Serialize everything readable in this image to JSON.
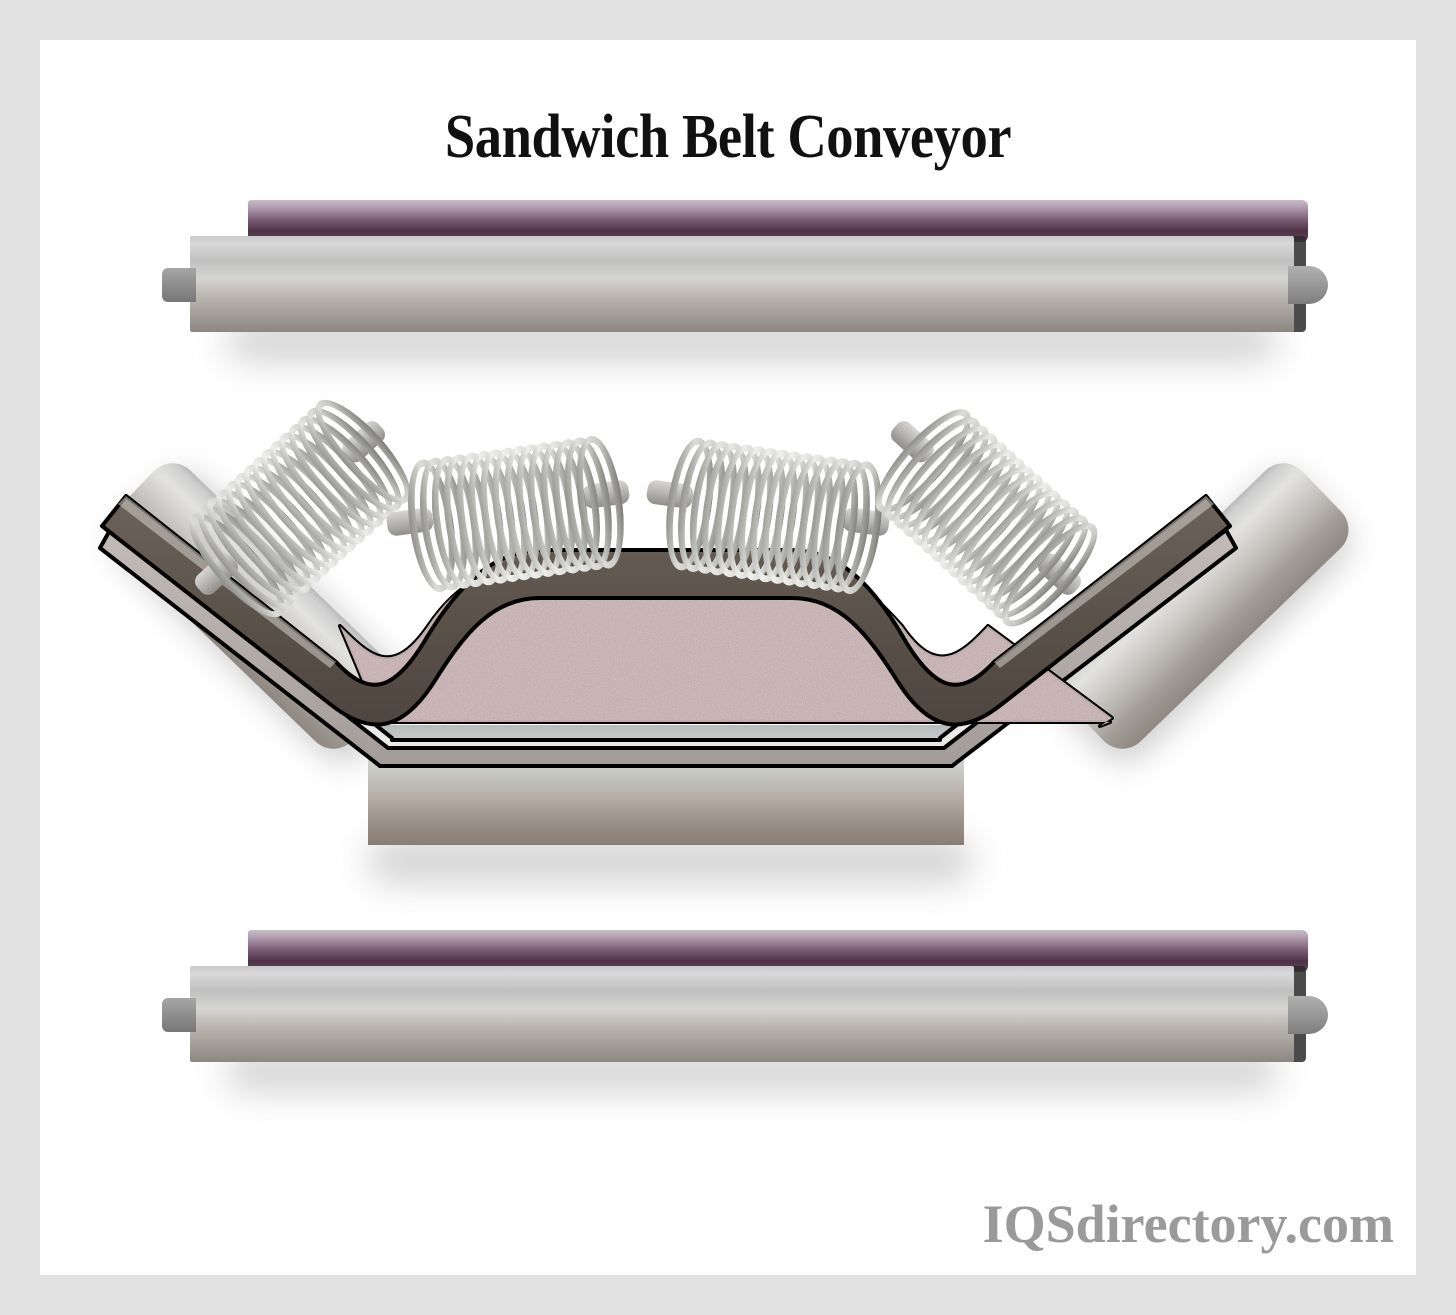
{
  "page": {
    "title": "Sandwich Belt Conveyor",
    "watermark": "IQSdirectory.com",
    "frame_color": "#e2e2e2",
    "canvas_color": "#ffffff",
    "title_color": "#111111",
    "watermark_color": "#9a9a9a"
  },
  "diagram": {
    "name": "sandwich-belt-conveyor-cross-section",
    "description": "Cross-sectional illustration of a sandwich belt conveyor showing an upper return belt drum, a troughed carrying section with material sandwiched between two belts supported by spiral idler rollers and angled wing rollers, and a lower return belt drum.",
    "colors": {
      "belt_surface_light": "#cbbdc9",
      "belt_surface_dark": "#4e3347",
      "drum_metal_light": "#d8d8d8",
      "drum_metal_dark": "#8d8781",
      "top_belt_layer": "#595048",
      "bottom_belt_layer": "#b0a8a4",
      "material_fill": "#cdb2b4",
      "outline": "#000000",
      "coil_metal": "#b9b7b4",
      "shadow": "#a9a9a9"
    },
    "components": [
      {
        "id": "top-return-drum",
        "label": "Upper return belt drum",
        "type": "drum"
      },
      {
        "id": "bottom-return-drum",
        "label": "Lower return belt drum",
        "type": "drum"
      },
      {
        "id": "left-wing-roller",
        "label": "Left angled wing roller",
        "type": "wing-roller"
      },
      {
        "id": "right-wing-roller",
        "label": "Right angled wing roller",
        "type": "wing-roller"
      },
      {
        "id": "center-roller",
        "label": "Center trough roller",
        "type": "roller"
      },
      {
        "id": "coil-roller-1",
        "label": "Spiral idler roller 1",
        "type": "spiral-roller"
      },
      {
        "id": "coil-roller-2",
        "label": "Spiral idler roller 2",
        "type": "spiral-roller"
      },
      {
        "id": "coil-roller-3",
        "label": "Spiral idler roller 3",
        "type": "spiral-roller"
      },
      {
        "id": "coil-roller-4",
        "label": "Spiral idler roller 4",
        "type": "spiral-roller"
      },
      {
        "id": "top-belt",
        "label": "Upper (cover) belt",
        "type": "belt"
      },
      {
        "id": "bottom-belt",
        "label": "Lower (carrying) belt",
        "type": "belt"
      },
      {
        "id": "conveyed-material",
        "label": "Conveyed bulk material",
        "type": "material"
      }
    ]
  }
}
